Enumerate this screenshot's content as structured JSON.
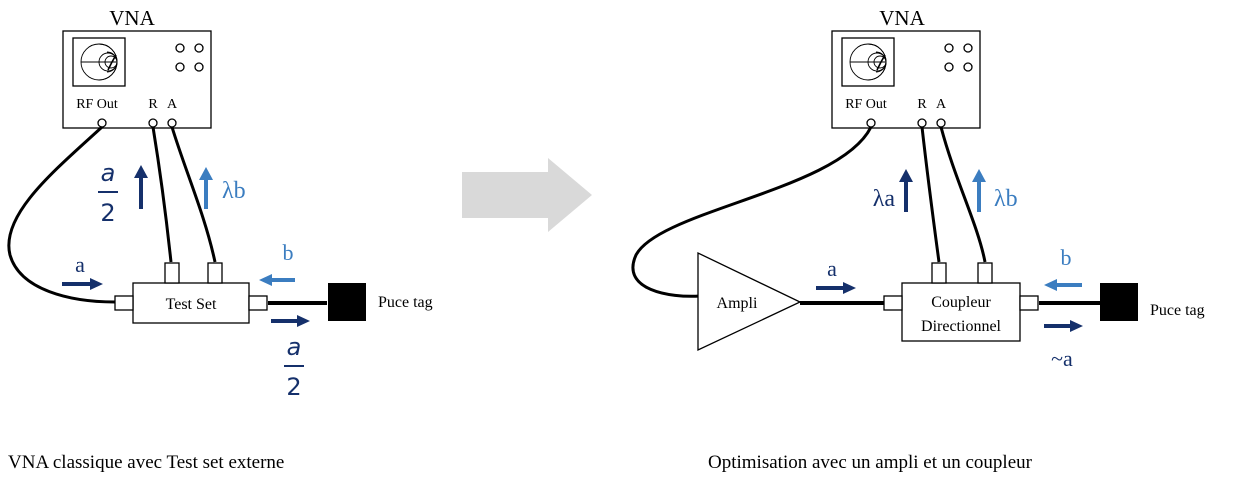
{
  "colors": {
    "dark_blue": "#15306b",
    "light_blue": "#3b7dc0",
    "line": "#000000",
    "big_arrow": "#d9d9d9"
  },
  "left": {
    "vna_title": "VNA",
    "rf_out": "RF Out",
    "port_r": "R",
    "port_a": "A",
    "test_set": "Test Set",
    "dut": "Puce tag",
    "sig_a": "a",
    "sig_half_num": "a",
    "sig_half_den": "2",
    "sig_lambda_b": "λb",
    "sig_b": "b",
    "out_half_num": "a",
    "out_half_den": "2",
    "caption": "VNA classique avec Test set externe"
  },
  "right": {
    "vna_title": "VNA",
    "rf_out": "RF Out",
    "port_r": "R",
    "port_a": "A",
    "amp": "Ampli",
    "coupler_line1": "Coupleur",
    "coupler_line2": "Directionnel",
    "dut": "Puce tag",
    "sig_a": "a",
    "sig_lambda_a": "λa",
    "sig_lambda_b": "λb",
    "sig_b": "b",
    "sig_approx_a": "~a",
    "caption": "Optimisation avec un ampli et un coupleur"
  }
}
